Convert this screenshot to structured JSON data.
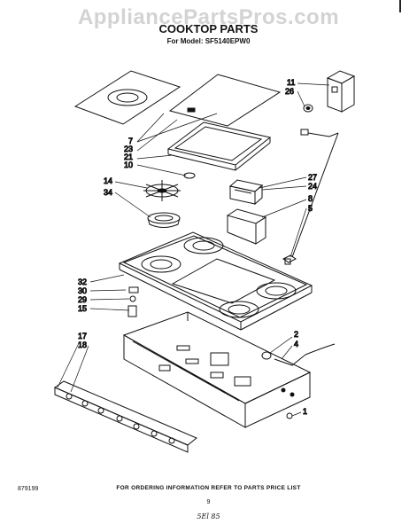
{
  "watermark": "AppliancePartsPros.com",
  "title": "COOKTOP PARTS",
  "subtitle": "For Model: SF5140EPW0",
  "callouts_left": [
    "7",
    "23",
    "21",
    "10",
    "14",
    "34",
    "32",
    "30",
    "29",
    "15",
    "17",
    "18"
  ],
  "callouts_right": [
    "11",
    "26",
    "27",
    "24",
    "8",
    "5",
    "2",
    "4",
    "1"
  ],
  "footer": {
    "code": "879199",
    "note": "FOR ORDERING INFORMATION REFER TO PARTS PRICE LIST",
    "page": "9",
    "handwritten": "5El 85"
  }
}
